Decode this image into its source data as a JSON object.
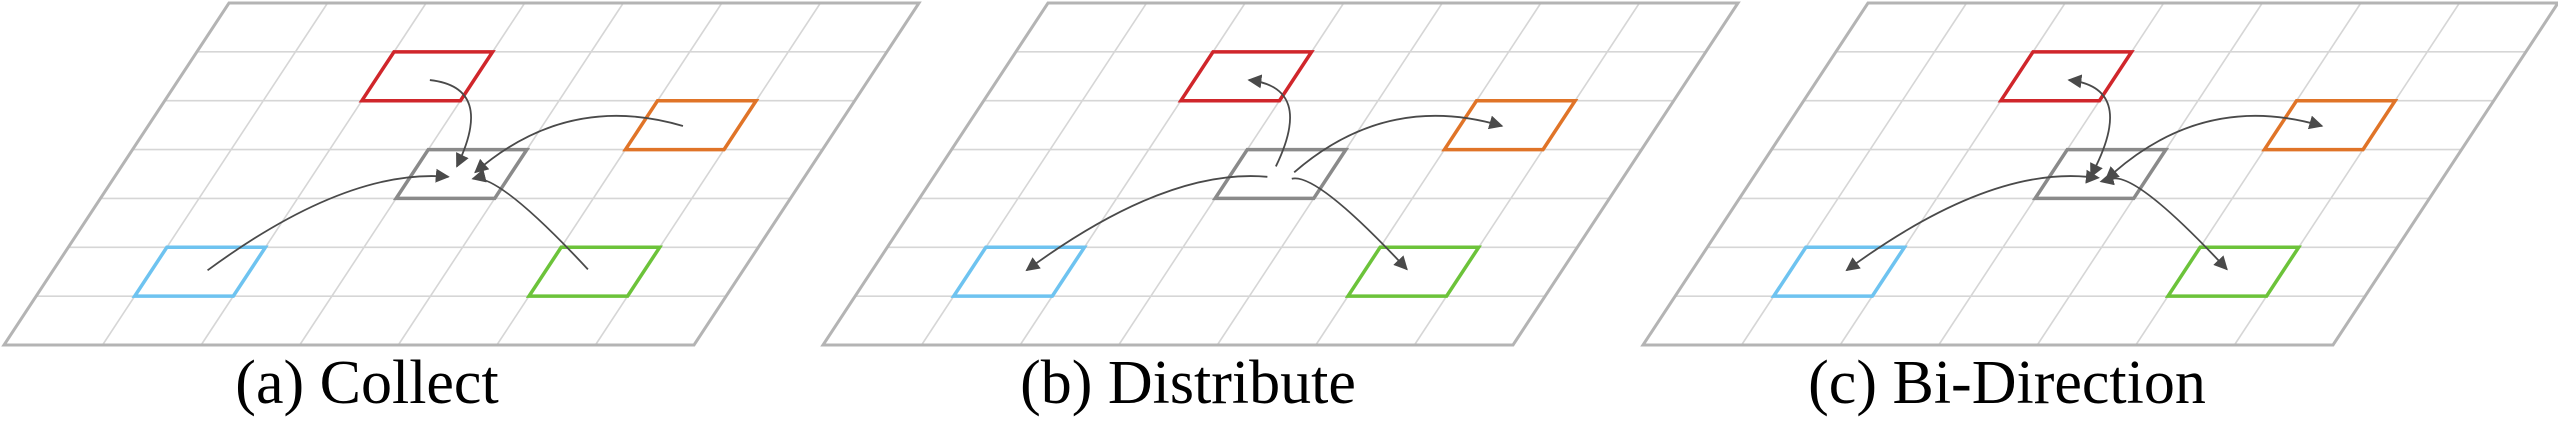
{
  "panels": [
    {
      "id": "collect",
      "caption": "(a) Collect",
      "mode": "collect",
      "links": [
        {
          "target": "red",
          "dir": "in"
        },
        {
          "target": "orange",
          "dir": "in"
        },
        {
          "target": "blue",
          "dir": "in"
        },
        {
          "target": "green",
          "dir": "in"
        }
      ]
    },
    {
      "id": "distribute",
      "caption": "(b) Distribute",
      "mode": "distribute",
      "links": [
        {
          "target": "red",
          "dir": "out"
        },
        {
          "target": "orange",
          "dir": "out"
        },
        {
          "target": "blue",
          "dir": "out"
        },
        {
          "target": "green",
          "dir": "out"
        }
      ]
    },
    {
      "id": "bidirection",
      "caption": "(c) Bi-Direction",
      "mode": "bidirectional",
      "links": [
        {
          "target": "red",
          "dir": "both"
        },
        {
          "target": "orange",
          "dir": "both"
        },
        {
          "target": "blue",
          "dir": "both"
        },
        {
          "target": "green",
          "dir": "both"
        }
      ]
    }
  ],
  "grid": {
    "columns": 7,
    "rows": 7
  },
  "cells": [
    {
      "name": "red",
      "color": "#d0262b",
      "col": 2,
      "row": 1
    },
    {
      "name": "orange",
      "color": "#e07428",
      "col": 5,
      "row": 2
    },
    {
      "name": "center",
      "color": "#8a8a8a",
      "col": 3,
      "row": 3
    },
    {
      "name": "blue",
      "color": "#6ec3f0",
      "col": 1,
      "row": 5
    },
    {
      "name": "green",
      "color": "#6cc33a",
      "col": 5,
      "row": 5
    }
  ],
  "colors": {
    "frame": "#b4b4b4",
    "grid": "#d6d6d6",
    "arrow": "#4a4a4a"
  }
}
